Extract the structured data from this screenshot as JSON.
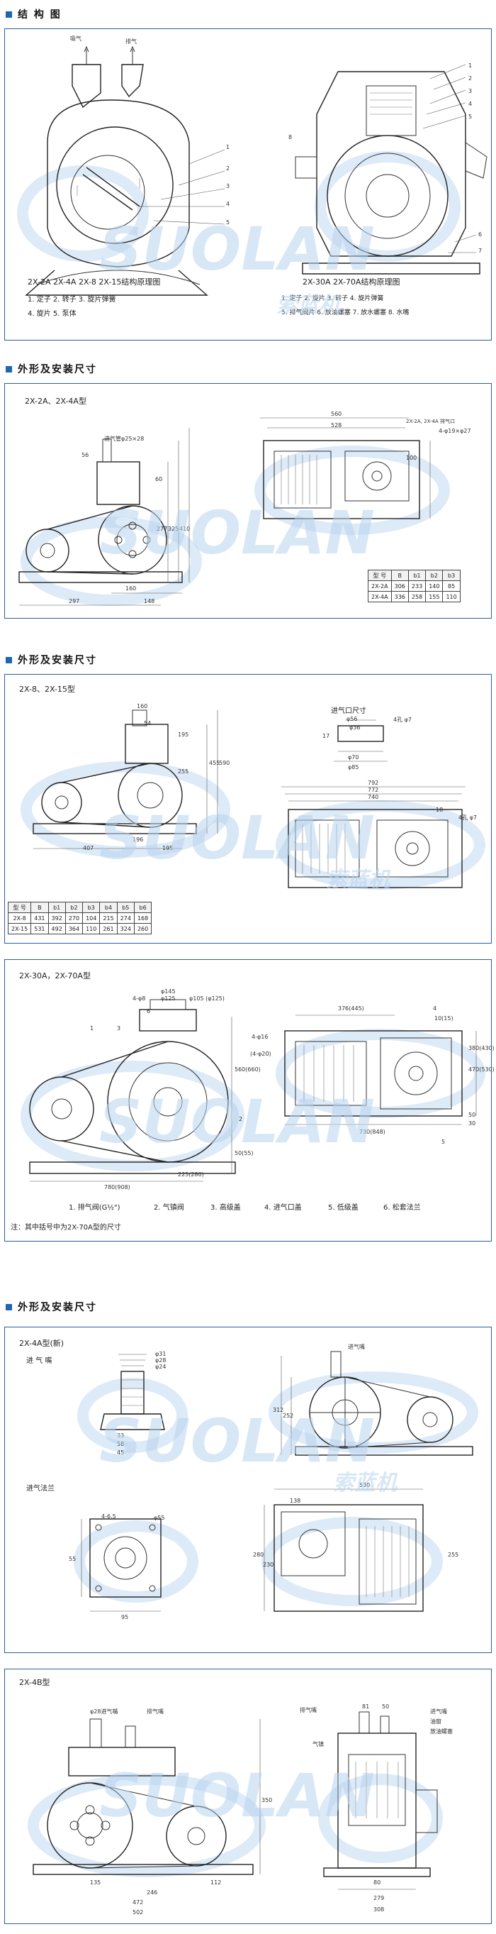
{
  "sections": {
    "structure": "结 构 图",
    "dims1": "外形及安装尺寸",
    "dims2": "外形及安装尺寸",
    "dims3": "外形及安装尺寸"
  },
  "watermark": {
    "latin": "SUOLAN",
    "cn": "索蓝机"
  },
  "structure": {
    "left_caption": "2X-2A  2X-4A  2X-8  2X-15结构原理图",
    "left_parts_1": "1. 定子  2. 转子  3. 旋片弹簧",
    "left_parts_2": "4. 旋片  5. 泵体",
    "right_caption": "2X-30A  2X-70A结构原理图",
    "right_parts_1": "1. 定子  2. 旋片  3. 转子  4. 旋片弹簧",
    "right_parts_2": "5. 排气阀片  6. 放油螺塞  7. 放水螺塞  8. 水嘴",
    "inlet": "吸气",
    "outlet": "排气",
    "nums_left": [
      "1",
      "2",
      "3",
      "4",
      "5"
    ],
    "nums_right": [
      "1",
      "2",
      "3",
      "4",
      "5",
      "6",
      "7",
      "8"
    ]
  },
  "model_2a4a": {
    "title": "2X-2A、2X-4A型",
    "inlet_note": "进气管φ25×28",
    "dims": [
      "56",
      "60",
      "277",
      "325",
      "410",
      "160",
      "297",
      "148",
      "560",
      "528",
      "100",
      "4-φ19×φ27"
    ],
    "plan_label": "2X-2A, 2X-4A 排气口",
    "table": {
      "headers": [
        "型 号",
        "B",
        "b1",
        "b2",
        "b3"
      ],
      "rows": [
        [
          "2X-2A",
          "306",
          "233",
          "140",
          "85"
        ],
        [
          "2X-4A",
          "336",
          "258",
          "155",
          "110"
        ]
      ]
    }
  },
  "model_8_15": {
    "title": "2X-8、2X-15型",
    "flange_title": "进气口尺寸",
    "flange_dims": [
      "φ56",
      "φ36",
      "φ70",
      "φ85",
      "17",
      "4孔 φ7"
    ],
    "dims": [
      "160",
      "54",
      "195",
      "255",
      "455",
      "590",
      "407",
      "196",
      "195",
      "792",
      "772",
      "740",
      "18",
      "4孔 φ7"
    ],
    "table": {
      "headers": [
        "型 号",
        "B",
        "b1",
        "b2",
        "b3",
        "b4",
        "b5"
      ],
      "rows": [
        [
          "2X-8",
          "431",
          "392",
          "270",
          "104",
          "215",
          "274",
          "168"
        ],
        [
          "2X-15",
          "531",
          "492",
          "364",
          "110",
          "261",
          "324",
          "260"
        ]
      ],
      "header_row": [
        "型 号",
        "B",
        "b1",
        "b2",
        "b3",
        "b4",
        "b5",
        "b6"
      ]
    }
  },
  "model_30_70": {
    "title": "2X-30A，2X-70A型",
    "dims": [
      "4-φ8",
      "φ145",
      "φ125",
      "φ105 (φ125)",
      "4-φ16",
      "(4-φ20)",
      "376(445)",
      "10(15)",
      "560(660)",
      "50(55)",
      "225(280)",
      "780(908)",
      "730(848)",
      "380(430)",
      "470(530)",
      "50",
      "30"
    ],
    "nums": [
      "1",
      "2",
      "3",
      "4",
      "5",
      "6"
    ],
    "legend": [
      "1. 排气阀(G½\")",
      "2. 气镇阀",
      "3. 高级盖",
      "4. 进气口盖",
      "5. 低级盖",
      "6. 松套法兰"
    ],
    "note": "注：其中括号中为2X-70A型的尺寸"
  },
  "model_4a_new": {
    "title": "2X-4A型(新)",
    "inlet_label": "进 气 嘴",
    "flange_label": "进气法兰",
    "top_right_label": "进气嘴",
    "dims": [
      "φ31",
      "φ28",
      "φ24",
      "33",
      "58",
      "45",
      "φ55",
      "4-6.5",
      "55",
      "95",
      "312",
      "252",
      "530",
      "138",
      "280",
      "230",
      "255"
    ]
  },
  "model_4b": {
    "title": "2X-4B型",
    "inlet_label": "φ28进气嘴",
    "outlet_label": "排气嘴",
    "right_labels": [
      "排气嘴",
      "进气嘴",
      "油窗",
      "放油螺塞",
      "气镇"
    ],
    "dims": [
      "350",
      "135",
      "246",
      "112",
      "472",
      "502",
      "81",
      "50",
      "80",
      "279",
      "308"
    ]
  }
}
